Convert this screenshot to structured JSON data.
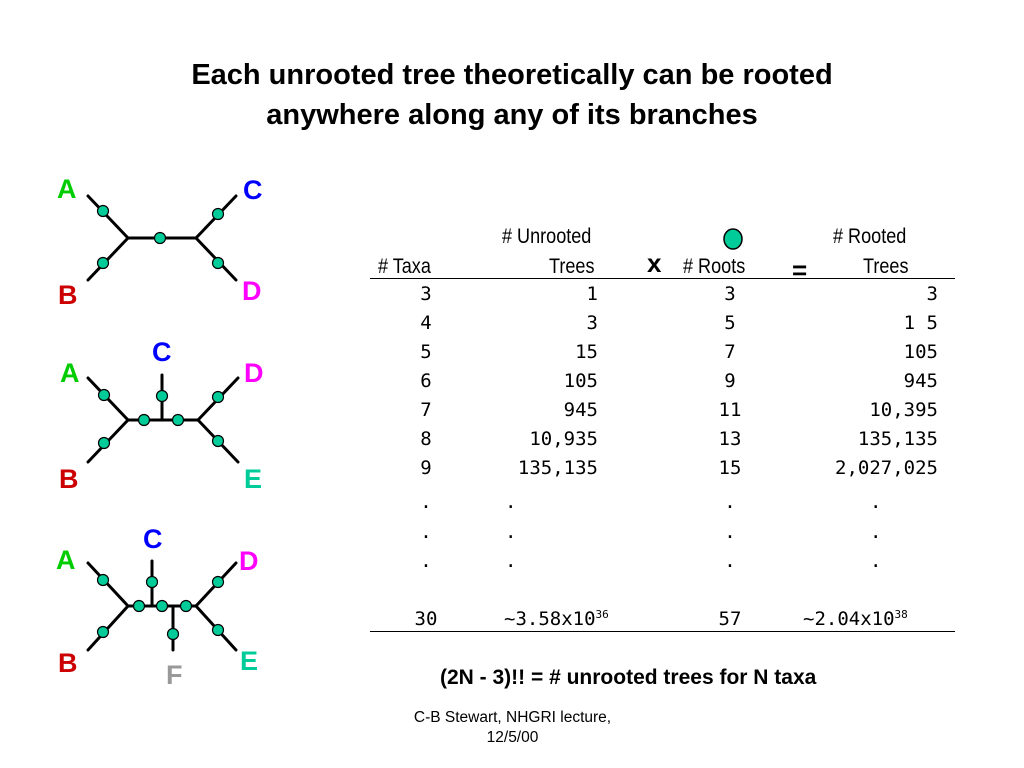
{
  "title": {
    "line1": "Each unrooted tree theoretically can be rooted",
    "line2": "anywhere along any of its branches"
  },
  "colors": {
    "node_fill": "#00cc99",
    "green": "#00cc00",
    "blue": "#0000ff",
    "red": "#cc0000",
    "magenta": "#ff00ff",
    "teal": "#00cc99",
    "gray": "#999999"
  },
  "trees": {
    "tree1": {
      "A": "A",
      "B": "B",
      "C": "C",
      "D": "D"
    },
    "tree2": {
      "A": "A",
      "B": "B",
      "C": "C",
      "D": "D",
      "E": "E"
    },
    "tree3": {
      "A": "A",
      "B": "B",
      "C": "C",
      "D": "D",
      "E": "E",
      "F": "F"
    }
  },
  "table": {
    "headers": {
      "taxa": "# Taxa",
      "unrooted_1": "# Unrooted",
      "unrooted_2": "Trees",
      "times": "x",
      "roots": "# Roots",
      "equals": "=",
      "rooted_1": "#  Rooted",
      "rooted_2": "Trees"
    },
    "rows": [
      {
        "taxa": "3",
        "unrooted": "1",
        "roots": "3",
        "rooted": "3"
      },
      {
        "taxa": "4",
        "unrooted": "3",
        "roots": "5",
        "rooted": "1 5"
      },
      {
        "taxa": "5",
        "unrooted": "15",
        "roots": "7",
        "rooted": "105"
      },
      {
        "taxa": "6",
        "unrooted": "105",
        "roots": "9",
        "rooted": "945"
      },
      {
        "taxa": "7",
        "unrooted": "945",
        "roots": "11",
        "rooted": "10,395"
      },
      {
        "taxa": "8",
        "unrooted": "10,935",
        "roots": "13",
        "rooted": "135,135"
      },
      {
        "taxa": "9",
        "unrooted": "135,135",
        "roots": "15",
        "rooted": "2,027,025"
      },
      {
        "taxa": ".",
        "unrooted": ".",
        "roots": ".",
        "rooted": "."
      },
      {
        "taxa": ".",
        "unrooted": ".",
        "roots": ".",
        "rooted": "."
      },
      {
        "taxa": ".",
        "unrooted": ".",
        "roots": ".",
        "rooted": "."
      }
    ],
    "last_row": {
      "taxa": "30",
      "unrooted_base": "~3.58x10",
      "unrooted_exp": "36",
      "roots": "57",
      "rooted_base": "~2.04x10",
      "rooted_exp": "38"
    }
  },
  "formula": "(2N - 3)!! = # unrooted trees for N taxa",
  "credit": {
    "line1": "C-B Stewart, NHGRI lecture,",
    "line2": "12/5/00"
  }
}
